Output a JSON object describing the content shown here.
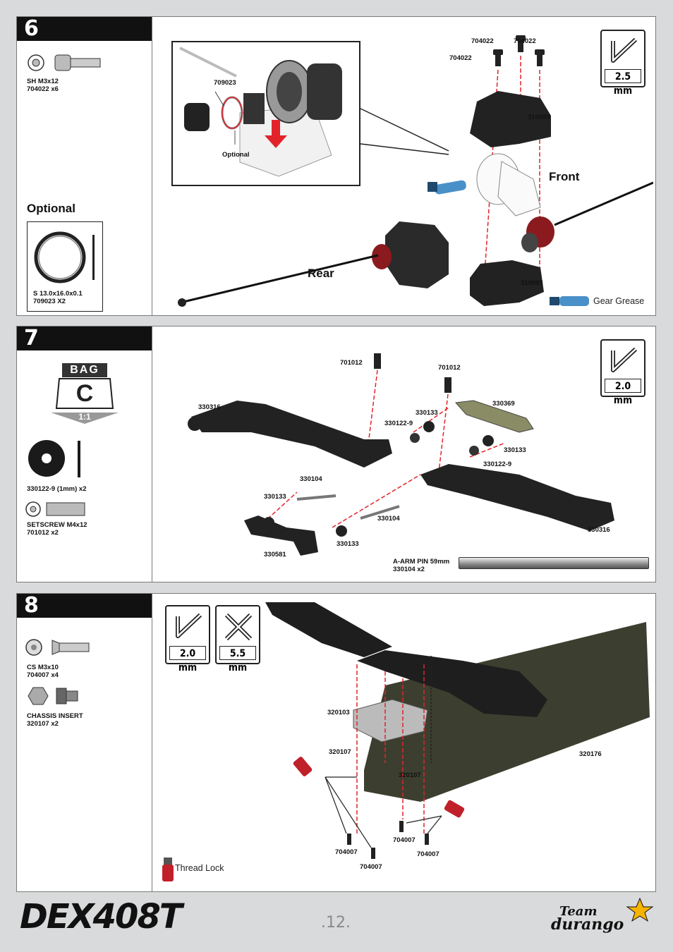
{
  "page_number": ".12.",
  "brand_left": "DEX408T",
  "brand_right": {
    "line1": "Team",
    "line2": "durango"
  },
  "step6": {
    "number": "6",
    "parts": [
      {
        "name": "SH  M3x12",
        "code": "704022  x6"
      }
    ],
    "optional_heading": "Optional",
    "optional_part": {
      "name": "S  13.0x16.0x0.1",
      "code": "709023  X2"
    },
    "tool": "2.5 mm",
    "labels": {
      "inset_part": "709023",
      "inset_optional": "Optional",
      "screw_a": "704022",
      "screw_b": "704022",
      "screw_c": "704022",
      "case_top": "310093",
      "case_bottom": "310093",
      "front": "Front",
      "rear": "Rear",
      "gear_grease": "Gear Grease"
    }
  },
  "step7": {
    "number": "7",
    "bag_title": "BAG",
    "bag_letter": "C",
    "bag_scale": "1:1",
    "parts": [
      {
        "name": "330122-9  (1mm)  x2"
      },
      {
        "name": "SETSCREW M4x12",
        "code": "701012  x2"
      }
    ],
    "pin_label": {
      "name": "A-ARM PIN  59mm",
      "code": "330104  x2"
    },
    "tool": "2.0 mm",
    "labels": {
      "setscrew_a": "701012",
      "setscrew_b": "701012",
      "arm_a": "330316",
      "arm_b": "330316",
      "holder": "330369",
      "spacer_a": "330133",
      "spacer_b": "330133",
      "spacer_c": "330133",
      "spacer_d": "330133",
      "shim_a": "330122-9",
      "shim_b": "330122-9",
      "pin_a": "330104",
      "pin_b": "330104",
      "block": "330581"
    }
  },
  "step8": {
    "number": "8",
    "parts": [
      {
        "name": "CS M3x10",
        "code": "704007  x4"
      },
      {
        "name": "CHASSIS INSERT",
        "code": "320107  x2"
      }
    ],
    "tools": [
      "2.0 mm",
      "5.5 mm"
    ],
    "labels": {
      "plate": "320103",
      "insert_a": "320107",
      "insert_b": "320107",
      "chassis": "320176",
      "screw_a": "704007",
      "screw_b": "704007",
      "screw_c": "704007",
      "screw_d": "704007",
      "thread_lock": "Thread Lock"
    }
  }
}
